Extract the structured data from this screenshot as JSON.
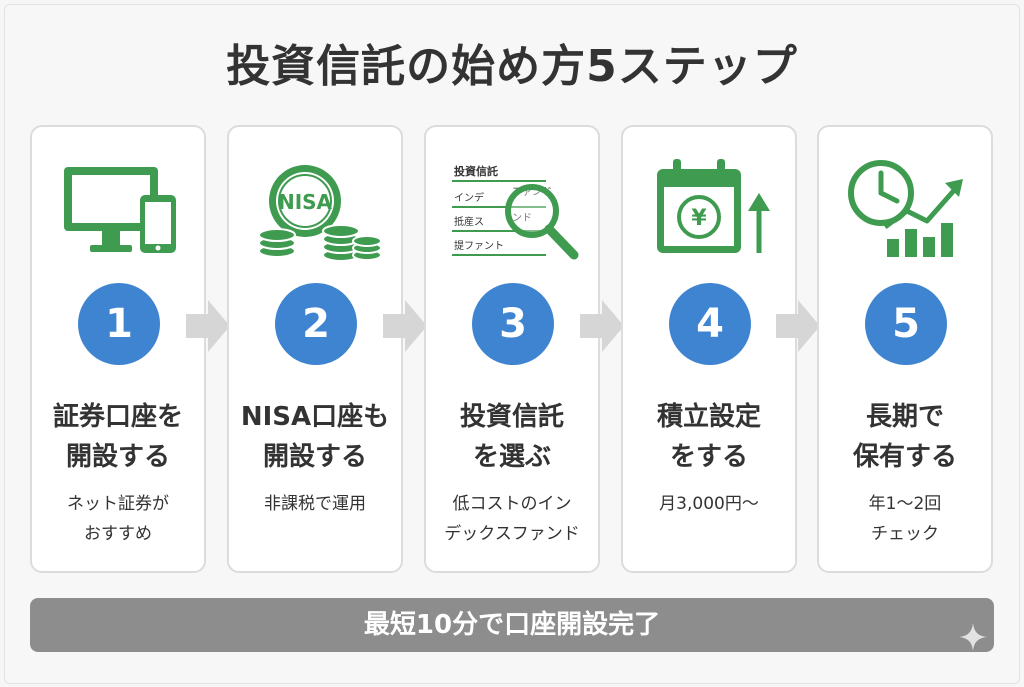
{
  "title": "投資信託の始め方5ステップ",
  "steps": [
    {
      "num": "1",
      "line1": "証券口座を",
      "line2": "開設する",
      "desc1": "ネット証券が",
      "desc2": "おすすめ",
      "icon": "computer-smartphone-icon"
    },
    {
      "num": "2",
      "line1": "NISA口座も",
      "line2": "開設する",
      "desc1": "非課税で運用",
      "desc2": "",
      "icon": "nisa-coins-icon",
      "icon_text": "NISA"
    },
    {
      "num": "3",
      "line1": "投資信託",
      "line2": "を選ぶ",
      "desc1": "低コストのイン",
      "desc2": "デックスファンド",
      "icon": "fund-search-icon",
      "icon_lines": [
        "投資信託",
        "インデ",
        "ファンド",
        "抵産ス",
        "ンド",
        "提ファント"
      ]
    },
    {
      "num": "4",
      "line1": "積立設定",
      "line2": "をする",
      "desc1": "月3,000円〜",
      "desc2": "",
      "icon": "calendar-yen-icon",
      "icon_text": "¥"
    },
    {
      "num": "5",
      "line1": "長期で",
      "line2": "保有する",
      "desc1": "年1〜2回",
      "desc2": "チェック",
      "icon": "clock-growth-chart-icon"
    }
  ],
  "footer": "最短10分で口座開設完了",
  "colors": {
    "accent_blue": "#3f84d0",
    "icon_green": "#3f9b4f",
    "arrow_gray": "#d6d6d6",
    "footer_gray": "#8d8d8d"
  }
}
